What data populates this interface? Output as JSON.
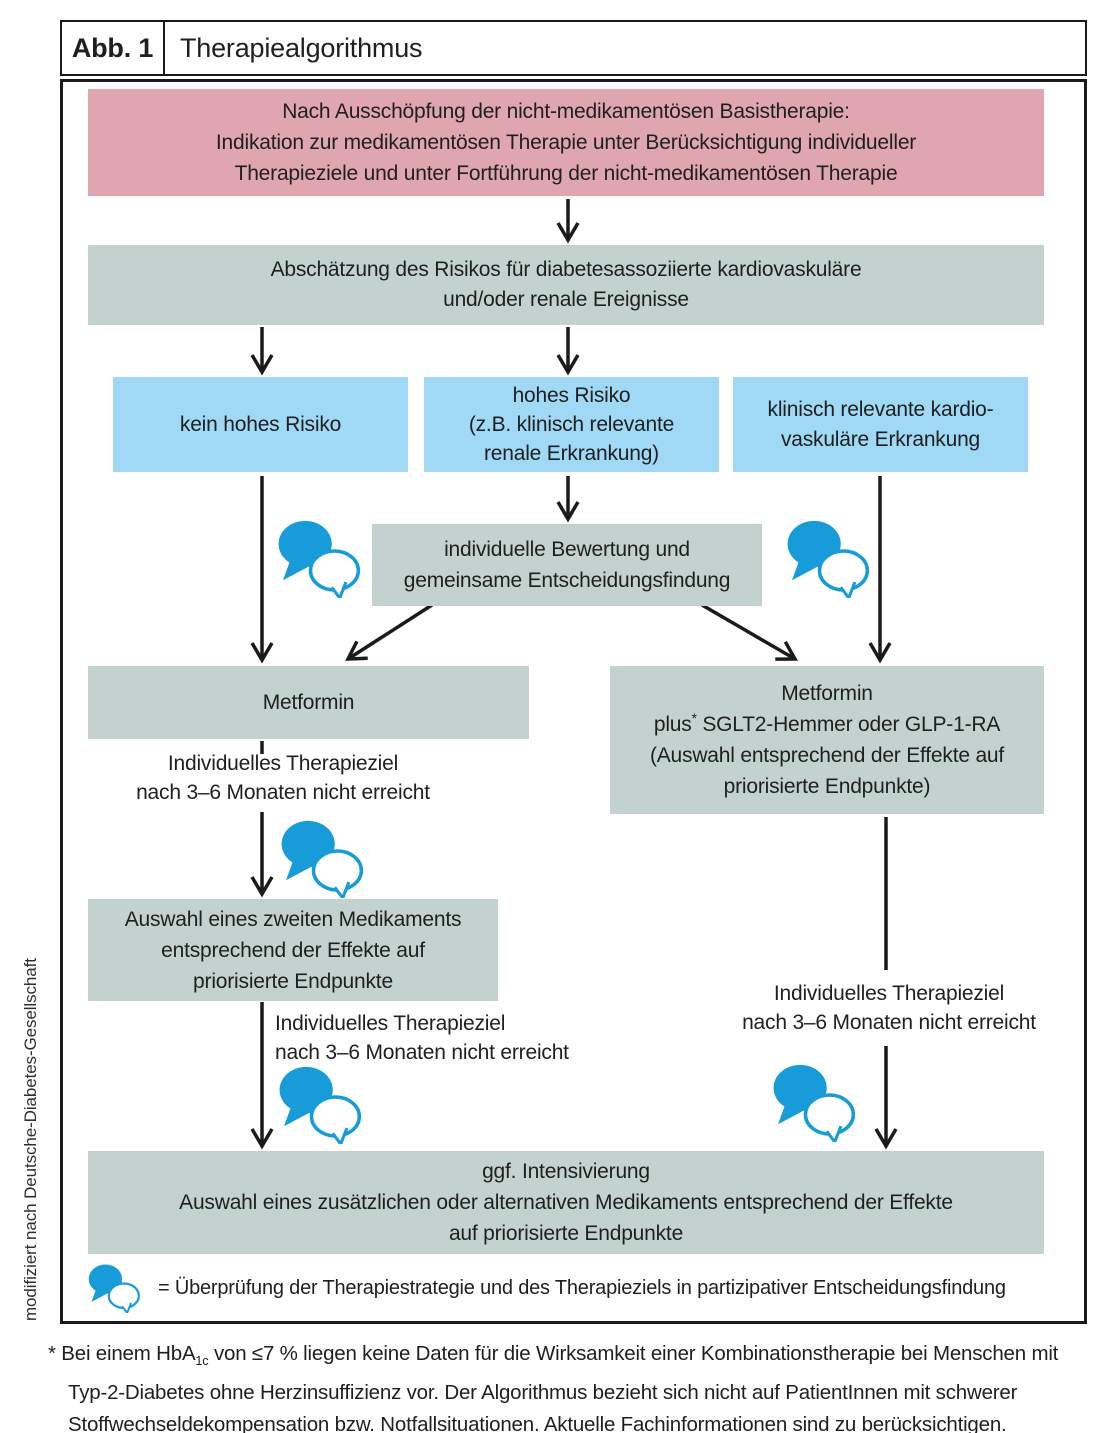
{
  "figure": {
    "label": "Abb. 1",
    "title": "Therapiealgorithmus"
  },
  "side_note": "modifiziert nach Deutsche-Diabetes-Gesellschaft",
  "colors": {
    "entry_box_pink": "#dfa6b0",
    "process_box_sage": "#c3d2ce",
    "risk_box_blue": "#9fd9f6",
    "bubble_blue": "#189cd9",
    "line_black": "#1a1a1a"
  },
  "nodes": {
    "basistherapie": "Nach Ausschöpfung der nicht-medikamentösen Basistherapie:\nIndikation zur medikamentösen Therapie unter Berücksichtigung individueller\nTherapieziele und unter Fortführung der nicht-medikamentösen Therapie",
    "risikoabschaetzung": "Abschätzung des Risikos für diabetesassoziierte kardiovaskuläre\nund/oder renale Ereignisse",
    "kein_hohes_risiko": "kein hohes Risiko",
    "hohes_risiko": "hohes Risiko\n(z.B. klinisch relevante\nrenale Erkrankung)",
    "kardiovaskulaere_erkrankung": "klinisch relevante kardio-\nvaskuläre Erkrankung",
    "bewertung": "individuelle Bewertung und\ngemeinsame Entscheidungsfindung",
    "metformin": "Metformin",
    "metformin_plus": {
      "line1": "Metformin",
      "plus": "plus",
      "asterisk": "*",
      "rest": " SGLT2-Hemmer oder GLP-1-RA",
      "line3": "(Auswahl entsprechend der Effekte auf\npriorisierte Endpunkte)"
    },
    "auswahl_zweites": "Auswahl eines zweiten Medikaments\nentsprechend der Effekte auf\npriorisierte Endpunkte",
    "intensivierung": "ggf. Intensivierung\nAuswahl eines zusätzlichen oder alternativen Medikaments entsprechend der Effekte\nauf priorisierte Endpunkte"
  },
  "labels": {
    "ziel_links_1": "Individuelles Therapieziel\nnach 3–6 Monaten nicht erreicht",
    "ziel_links_2": "Individuelles Therapieziel\nnach 3–6 Monaten nicht erreicht",
    "ziel_rechts": "Individuelles Therapieziel\nnach 3–6 Monaten nicht erreicht"
  },
  "legend": {
    "text": "= Überprüfung der Therapiestrategie und des Therapieziels in partizipativer Entscheidungsfindung"
  },
  "footnote": {
    "marker": "* ",
    "part1": "Bei einem HbA",
    "sub": "1c",
    "part2": " von ≤7 % liegen keine Daten für die Wirksamkeit einer Kombinationstherapie bei Menschen mit Typ-2-Diabetes ohne Herzinsuffizienz vor. Der Algorithmus bezieht sich nicht auf PatientInnen mit schwerer Stoffwechseldekompensation bzw. Notfallsituationen. Aktuelle Fachinformationen sind zu berücksichtigen."
  }
}
